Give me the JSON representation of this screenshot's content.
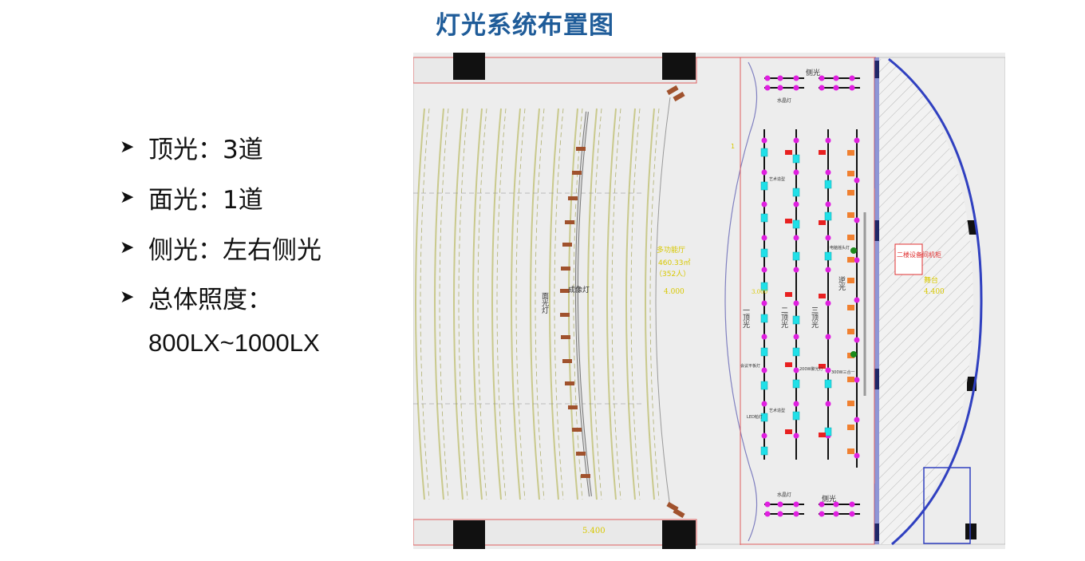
{
  "page": {
    "title": "灯光系统布置图"
  },
  "bullets": [
    {
      "text": "顶光：3道"
    },
    {
      "text": "面光：1道"
    },
    {
      "text": "侧光：左右侧光"
    },
    {
      "text": "总体照度："
    }
  ],
  "bullet_continuation": "800LX~1000LX",
  "plan": {
    "labels": {
      "face_light_vertical": "面光灯",
      "spot_lamp": "成像灯",
      "hall_name": "多功能厅",
      "hall_area": "460.33㎡",
      "hall_capacity": "（352人）",
      "hall_dim": "4.000",
      "side_light_top": "侧光",
      "side_light_bottom": "侧光",
      "water_lamp_top": "水晶灯",
      "water_lamp_bottom": "水晶灯",
      "top_light_1": "一顶光",
      "top_light_2": "二顶光",
      "top_light_3": "三顶光",
      "back_light": "逆光",
      "equipment_room": "二楼设备间机柜",
      "stage": "舞台",
      "stage_dim": "4.400",
      "bottom_dim": "5.400",
      "small_1": "艺术造型",
      "small_2": "艺术造型",
      "small_3": "会议平板灯",
      "small_4": "LED帕灯",
      "small_5": "电脑摇头灯",
      "small_6": "200W聚光灯",
      "small_7": "300W三合一",
      "side_dim_1": "3.000",
      "left_note": "1"
    },
    "colors": {
      "magenta": "#e020e0",
      "cyan": "#20e0e8",
      "red": "#e82020",
      "yellow": "#e8e820",
      "orange": "#f08030",
      "wall": "#e06060",
      "blue_wall": "#3040c0"
    }
  }
}
